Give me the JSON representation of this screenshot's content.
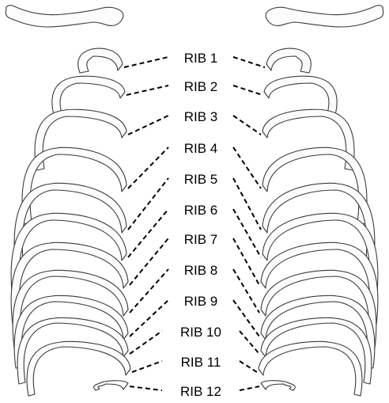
{
  "labels": [
    "RIB 1",
    "RIB 2",
    "RIB 3",
    "RIB 4",
    "RIB 5",
    "RIB 6",
    "RIB 7",
    "RIB 8",
    "RIB 9",
    "RIB 10",
    "RIB 11",
    "RIB 12"
  ]
}
